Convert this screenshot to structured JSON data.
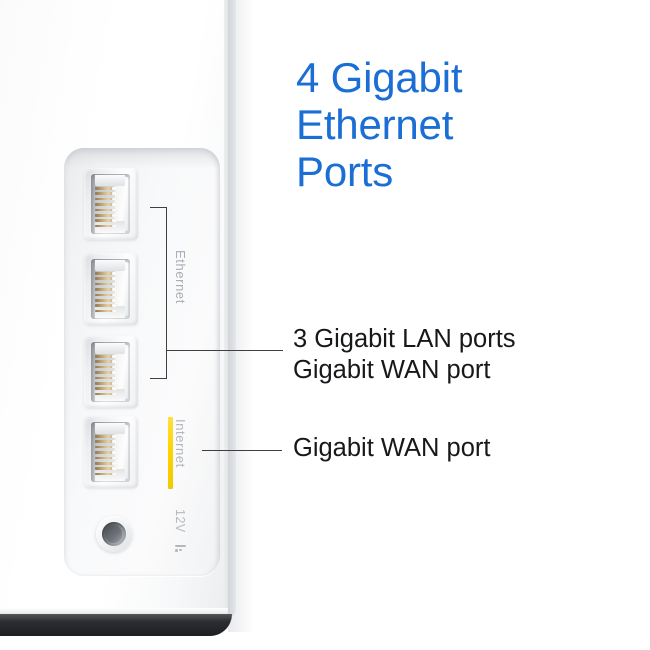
{
  "headline": {
    "line1": "4 Gigabit",
    "line2": "Ethernet",
    "line3": "Ports",
    "color": "#1a6ed4"
  },
  "callouts": [
    {
      "id": "lan-ports",
      "line1": "3 Gigabit LAN ports",
      "line2": "Gigabit WAN port"
    },
    {
      "id": "wan-port",
      "line1": "Gigabit WAN port"
    }
  ],
  "device": {
    "silkscreen": {
      "ethernet": "Ethernet",
      "internet": "Internet",
      "power": "12V"
    },
    "internet_bar_color": "#ffd400",
    "ports": [
      {
        "index": 1,
        "type": "rj45",
        "role": "lan"
      },
      {
        "index": 2,
        "type": "rj45",
        "role": "lan"
      },
      {
        "index": 3,
        "type": "rj45",
        "role": "lan"
      },
      {
        "index": 4,
        "type": "rj45",
        "role": "wan"
      }
    ],
    "power_jack": {
      "type": "dc-barrel",
      "rating": "12V"
    }
  }
}
